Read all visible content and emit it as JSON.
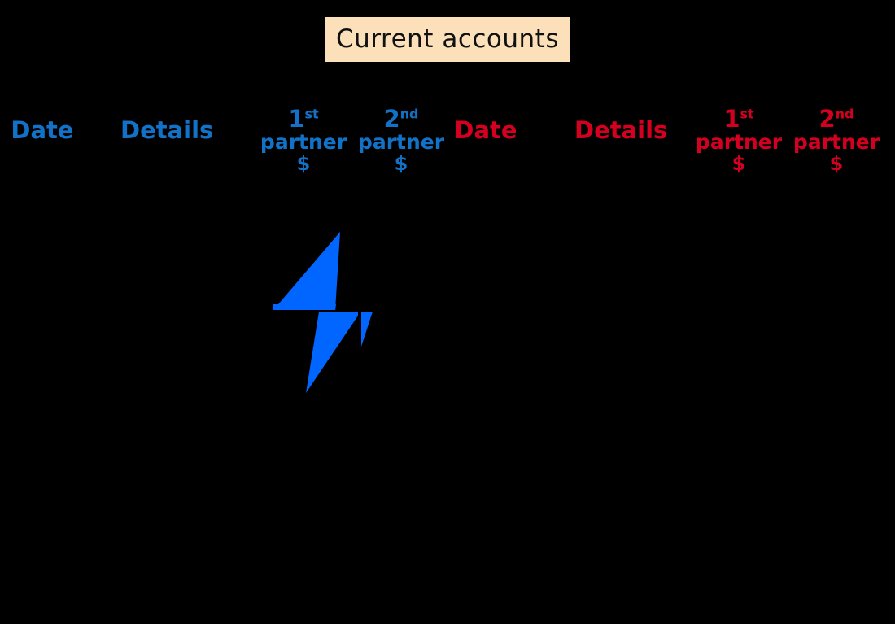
{
  "page": {
    "background_color": "#000000",
    "title": "Current accounts"
  },
  "title_box": {
    "label": "Current accounts",
    "background_color": "#FBE0BA",
    "text_color": "#111111"
  },
  "colors": {
    "left_accent": "#1272C8",
    "right_accent": "#D4001F",
    "logo": "#0066FF",
    "title_background": "#FBE0BA",
    "page_background": "#000000"
  },
  "table": {
    "left_block": {
      "accent_color": "#1272C8",
      "columns": [
        {
          "label": "Date",
          "type": "simple"
        },
        {
          "label": "Details",
          "type": "simple"
        },
        {
          "ordinal": "1",
          "ordinal_suffix": "st",
          "word": "partner",
          "currency": "$",
          "type": "stacked"
        },
        {
          "ordinal": "2",
          "ordinal_suffix": "nd",
          "word": "partner",
          "currency": "$",
          "type": "stacked"
        }
      ]
    },
    "right_block": {
      "accent_color": "#D4001F",
      "columns": [
        {
          "label": "Date",
          "type": "simple"
        },
        {
          "label": "Details",
          "type": "simple"
        },
        {
          "ordinal": "1",
          "ordinal_suffix": "st",
          "word": "partner",
          "currency": "$",
          "type": "stacked"
        },
        {
          "ordinal": "2",
          "ordinal_suffix": "nd",
          "word": "partner",
          "currency": "$",
          "type": "stacked"
        }
      ]
    },
    "rows": []
  },
  "logo": {
    "name": "lightning-bolt-logo",
    "color": "#0066FF"
  }
}
